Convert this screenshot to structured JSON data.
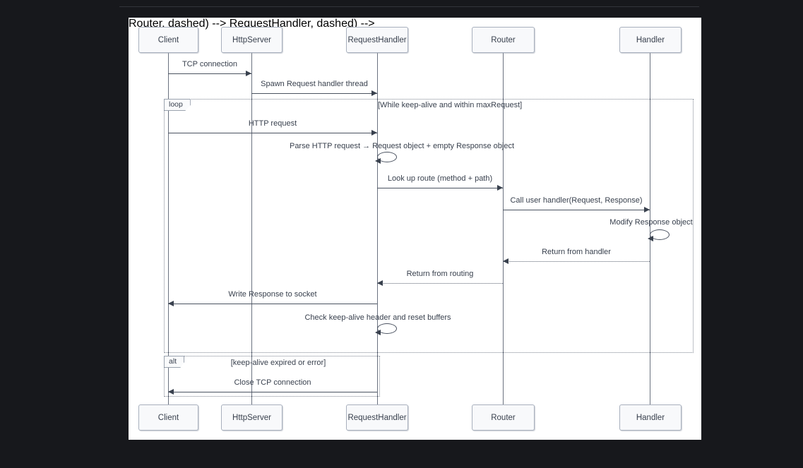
{
  "theme": {
    "page_bg": "#17181c",
    "panel_bg": "#ffffff",
    "box_fill": "#f8f9fb",
    "box_border": "#a8b0bd",
    "line_color": "#4a5260",
    "text_color": "#39414e",
    "frame_border": "#7d8490",
    "divider_color": "#33353b"
  },
  "diagram": {
    "type": "uml-sequence",
    "actors": [
      {
        "label": "Client"
      },
      {
        "label": "HttpServer"
      },
      {
        "label": "RequestHandler"
      },
      {
        "label": "Router"
      },
      {
        "label": "Handler"
      }
    ],
    "frames": {
      "loop": {
        "label": "loop",
        "condition": "[While keep-alive and within maxRequest]"
      },
      "alt": {
        "label": "alt",
        "condition": "[keep-alive expired or error]"
      }
    },
    "messages": {
      "tcp_connection": "TCP connection",
      "spawn_thread": "Spawn Request handler thread",
      "http_request": "HTTP request",
      "parse_request": "Parse HTTP request  →  Request object + empty Response object",
      "lookup_route": "Look up route (method + path)",
      "call_handler": "Call user handler(Request, Response)",
      "modify_response": "Modify Response object",
      "return_handler": "Return from handler",
      "return_routing": "Return from routing",
      "write_response": "Write Response to socket",
      "check_keepalive": "Check keep-alive header and reset buffers",
      "close_tcp": "Close TCP connection"
    }
  }
}
